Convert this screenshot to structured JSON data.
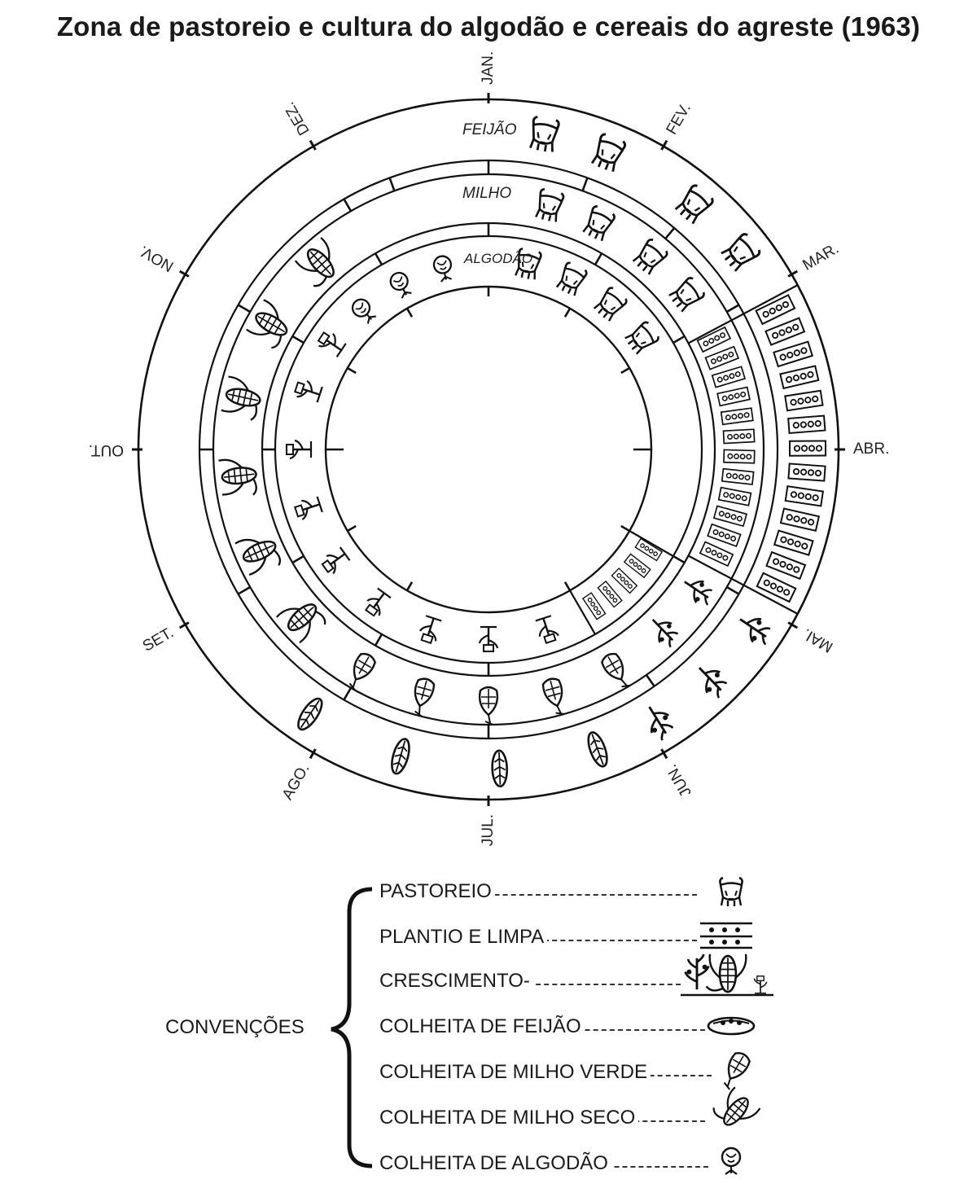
{
  "title": "Zona de pastoreio e cultura do algodão e cereais do agreste (1963)",
  "months": [
    "JAN.",
    "FEV.",
    "MAR.",
    "ABR.",
    "MAI.",
    "JUN.",
    "JUL.",
    "AGO.",
    "SET.",
    "OUT.",
    "NOV.",
    "DEZ."
  ],
  "rings": {
    "outer": "FEIJÃO",
    "middle": "MILHO",
    "inner": "ALGODÃO"
  },
  "legend": {
    "heading": "CONVENÇÕES",
    "items": [
      {
        "label": "PASTOREIO",
        "icon": "cattle-icon"
      },
      {
        "label": "PLANTIO E LIMPA",
        "icon": "planting-icon"
      },
      {
        "label": "CRESCIMENTO-",
        "icon": "growth-icon"
      },
      {
        "label": "COLHEITA DE FEIJÃO",
        "icon": "bean-harvest-icon"
      },
      {
        "label": "COLHEITA DE MILHO VERDE",
        "icon": "green-corn-icon"
      },
      {
        "label": "COLHEITA DE MILHO SECO",
        "icon": "dry-corn-icon"
      },
      {
        "label": "COLHEITA DE ALGODÃO",
        "icon": "cotton-icon"
      }
    ]
  }
}
